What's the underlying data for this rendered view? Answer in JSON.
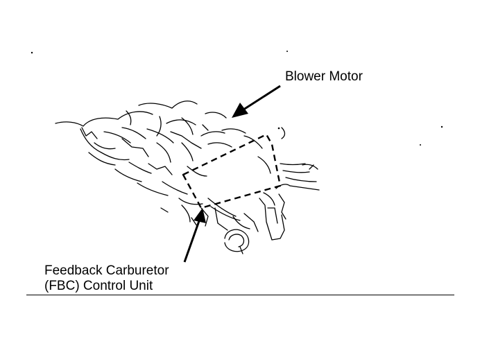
{
  "diagram": {
    "labels": {
      "blower_motor": "Blower Motor",
      "fbc_line1": "Feedback Carburetor",
      "fbc_line2": "(FBC) Control Unit"
    },
    "colors": {
      "ink": "#000000",
      "paper": "#ffffff"
    }
  }
}
